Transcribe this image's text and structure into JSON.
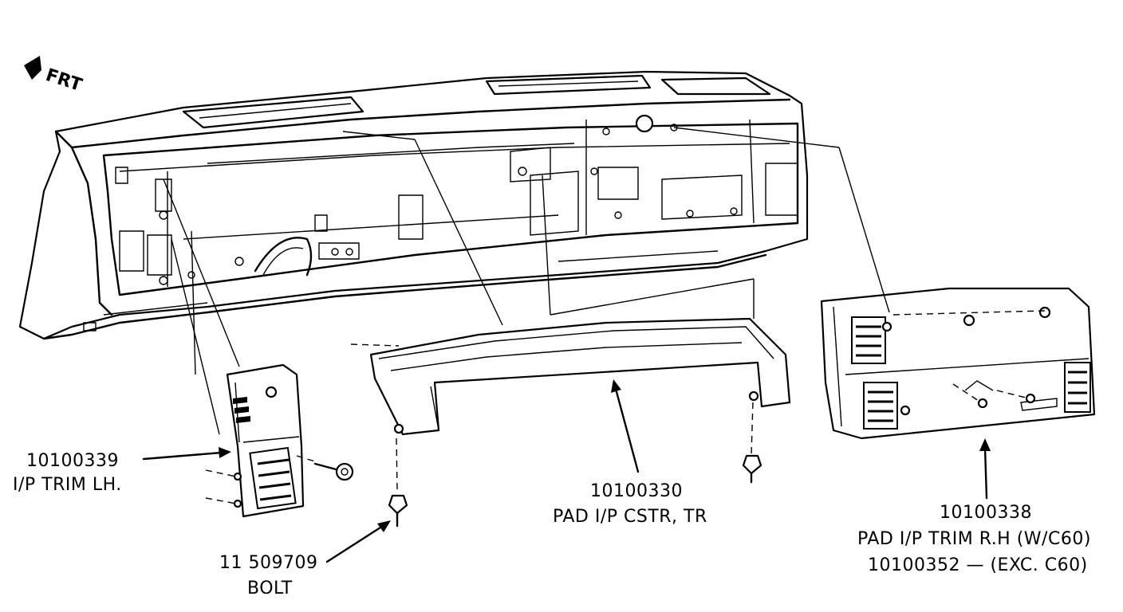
{
  "direction_marker": {
    "label": "FRT"
  },
  "parts": [
    {
      "id": "lh-trim",
      "part_number": "10100339",
      "description": "I/P TRIM LH."
    },
    {
      "id": "center-pad",
      "part_number": "10100330",
      "description": "PAD I/P CSTR, TR"
    },
    {
      "id": "rh-trim",
      "part_number": "10100338",
      "description": "PAD I/P TRIM R.H (W/C60)",
      "alt_part": "10100352 — (EXC. C60)"
    },
    {
      "id": "bolt",
      "part_number": "11 509709",
      "description": "BOLT"
    }
  ]
}
